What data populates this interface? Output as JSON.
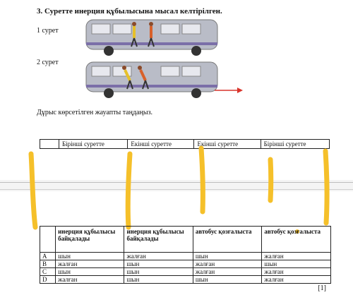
{
  "question": {
    "title": "3. Суретте инерция құбылысына мысал келтірілген."
  },
  "pictures": {
    "label1": "1 сурет",
    "label2": "2 сурет"
  },
  "instruction": "Дұрыс көрсетілген жауапты таңдаңыз.",
  "top_table": {
    "headers": [
      "Бірінші суретте",
      "Екінші суретте",
      "Екінші суретте",
      "Бірінші суретте"
    ]
  },
  "bottom_table": {
    "headers": [
      "инерция құбылысы байқалады",
      "инерция құбылысы байқалады",
      "автобус қозғалыста",
      "автобус қозғалыста"
    ],
    "rows": [
      {
        "letter": "A",
        "cells": [
          "шын",
          "жалған",
          "шын",
          "жалған"
        ]
      },
      {
        "letter": "B",
        "cells": [
          "жалған",
          "шын",
          "жалған",
          "шын"
        ]
      },
      {
        "letter": "C",
        "cells": [
          "шын",
          "шын",
          "жалған",
          "жалған"
        ]
      },
      {
        "letter": "D",
        "cells": [
          "жалған",
          "шын",
          "шын",
          "жалған"
        ]
      }
    ]
  },
  "reference": "[1]",
  "colors": {
    "bus_body": "#b9bcc7",
    "bus_stripe": "#7b6fa8",
    "highlight": "#f5c02a",
    "arrow": "#d9342b"
  }
}
